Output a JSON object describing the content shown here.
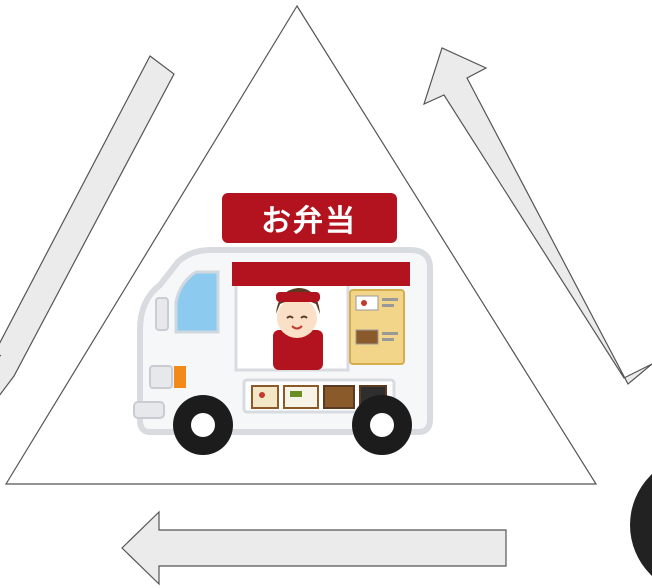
{
  "diagram": {
    "type": "cycle",
    "center_image": "food-truck-illustration",
    "arrow_fill": "#ebebeb",
    "arrow_stroke": "#555555",
    "triangle_stroke": "#555555"
  },
  "food_truck": {
    "sign_text": "お弁当",
    "sign_color": "#b3131f",
    "body_color": "#f6f7f9",
    "trim_color": "#d8dbe0",
    "window_color": "#8ccaf0"
  }
}
